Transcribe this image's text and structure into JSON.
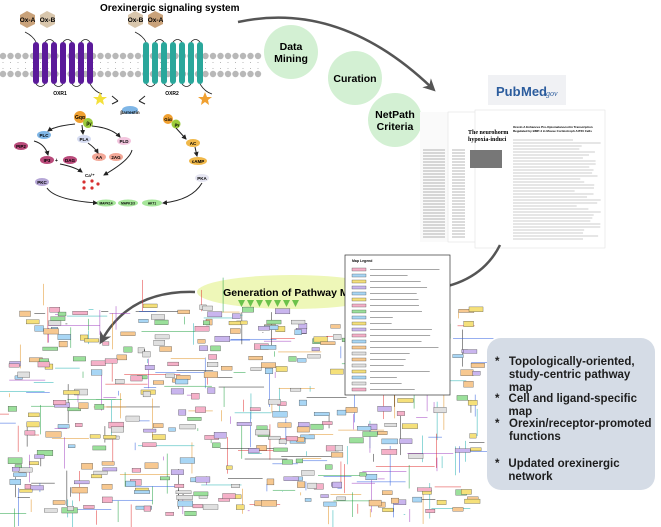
{
  "signaling": {
    "title": "Orexinergic signaling system",
    "ligands_left": [
      "Ox-A",
      "Ox-B"
    ],
    "ligands_right": [
      "Ox-B",
      "Ox-A"
    ],
    "receptor1": "OXR1",
    "receptor2": "OXR2",
    "arrestin": "βarrestin",
    "gq": "Gqα",
    "gbg": "βγ",
    "gi": "Giα",
    "nodes": {
      "plc": "PLC",
      "pla": "PLA",
      "pld": "PLD",
      "pip2": "PIP2",
      "ip3": "IP3",
      "plus": "+",
      "dag": "DAG",
      "aa": "AA",
      "ag": "2AG",
      "ca": "Ca²⁺",
      "pkc": "PKC",
      "ac": "AC",
      "camp": "cAMP",
      "pka": "PKA"
    },
    "outputs": [
      "MAPK14",
      "MAPK1/3",
      "AKT1"
    ],
    "colors": {
      "oxr1": "#5b1a9a",
      "oxr2": "#2aa79b",
      "ligand": "#c9a27a",
      "membrane": "#b8b8b8"
    }
  },
  "steps": [
    {
      "label_lines": [
        "Data",
        "Mining"
      ]
    },
    {
      "label_lines": [
        "Curation"
      ]
    },
    {
      "label_lines": [
        "NetPath",
        "Criteria"
      ]
    }
  ],
  "pubmed": {
    "pub": "Pub",
    "med": "Med",
    "gov": ".gov"
  },
  "articles": {
    "a1_title": [
      "The neurohorm",
      "hypoxia-induci"
    ],
    "a2_title": [
      "Orexin A Enhances Pro-Opiomelanocortin Transcription",
      "Regulated by BMP-4 in Mouse Corticotroph AtT20 Cells"
    ]
  },
  "generation": "Generation of Pathway Map",
  "map_legend_title": "Map Legend",
  "features": [
    {
      "star": "*",
      "lines": [
        "Topologically-oriented,",
        "study-centric pathway map"
      ]
    },
    {
      "star": "*",
      "lines": [
        "Cell and ligand-specific map"
      ]
    },
    {
      "star": "*",
      "lines": [
        "Orexin/receptor-promoted",
        "functions"
      ]
    },
    {
      "star": "*",
      "lines": [
        "Updated orexinergic network"
      ]
    }
  ],
  "colors": {
    "step_circle": "#d3f0d3",
    "generation_ellipse": "#eef7b8",
    "feature_box": "#d5dce6"
  }
}
